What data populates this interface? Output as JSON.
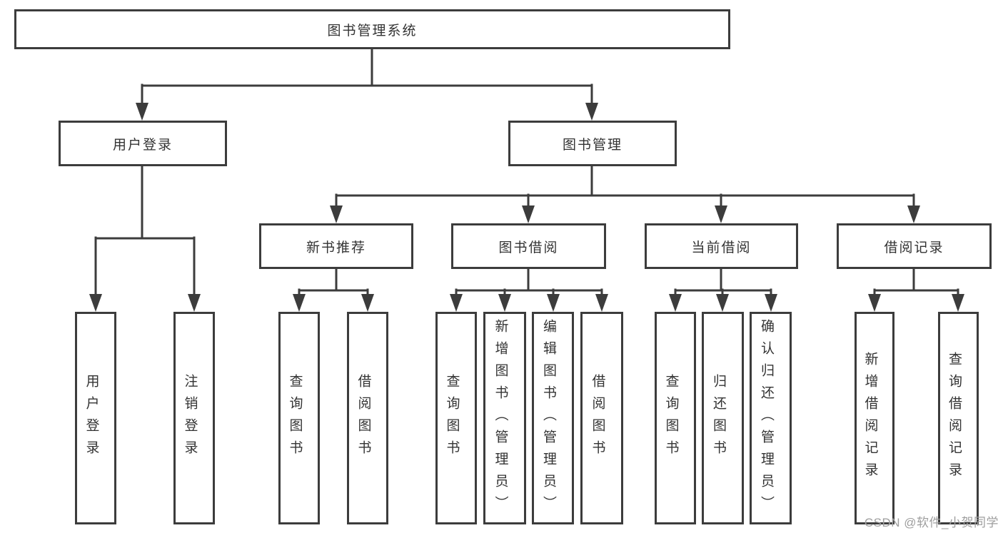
{
  "diagram": {
    "nodes": {
      "root": {
        "label": "图书管理系统"
      },
      "level2": [
        {
          "label": "用户登录"
        },
        {
          "label": "图书管理"
        }
      ],
      "level3": [
        {
          "label": "新书推荐"
        },
        {
          "label": "图书借阅"
        },
        {
          "label": "当前借阅"
        },
        {
          "label": "借阅记录"
        }
      ],
      "leaves": [
        {
          "label": "用户登录"
        },
        {
          "label": "注销登录"
        },
        {
          "label": "查询图书"
        },
        {
          "label": "借阅图书"
        },
        {
          "label": "查询图书"
        },
        {
          "label": "新增图书（管理员）"
        },
        {
          "label": "编辑图书（管理员）"
        },
        {
          "label": "借阅图书"
        },
        {
          "label": "查询图书"
        },
        {
          "label": "归还图书"
        },
        {
          "label": "确认归还（管理员）"
        },
        {
          "label": "新增借阅记录"
        },
        {
          "label": "查询借阅记录"
        }
      ]
    },
    "colors": {
      "line": "#3c3c3c",
      "border": "#3c3c3c",
      "text": "#333333",
      "background": "#ffffff",
      "watermark": "#9e9e9e"
    }
  },
  "watermark": {
    "text": "CSDN @软件_小贺同学"
  }
}
